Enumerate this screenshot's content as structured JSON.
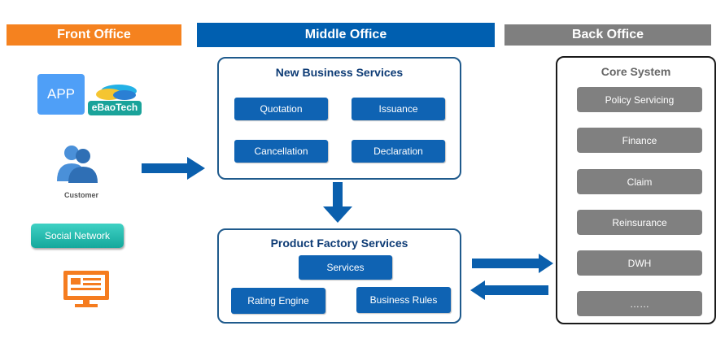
{
  "headers": {
    "front": "Front Office",
    "middle": "Middle Office",
    "back": "Back Office"
  },
  "colors": {
    "front": "#f5821f",
    "middle": "#005fb0",
    "back": "#7f7f7f",
    "service_blue": "#0f63b3",
    "core_grey": "#808080"
  },
  "front_office": {
    "app_label": "APP",
    "logo_text": "eBaoTech",
    "customer_label": "Customer",
    "social_label": "Social Network",
    "icons": [
      "customer-icon",
      "monitor-icon",
      "cloud-logo-icon"
    ]
  },
  "new_business": {
    "title": "New Business Services",
    "items": [
      "Quotation",
      "Issuance",
      "Cancellation",
      "Declaration"
    ]
  },
  "product_factory": {
    "title": "Product Factory Services",
    "items": [
      "Services",
      "Rating Engine",
      "Business Rules"
    ]
  },
  "core_system": {
    "title": "Core System",
    "items": [
      "Policy Servicing",
      "Finance",
      "Claim",
      "Reinsurance",
      "DWH",
      "……"
    ]
  }
}
